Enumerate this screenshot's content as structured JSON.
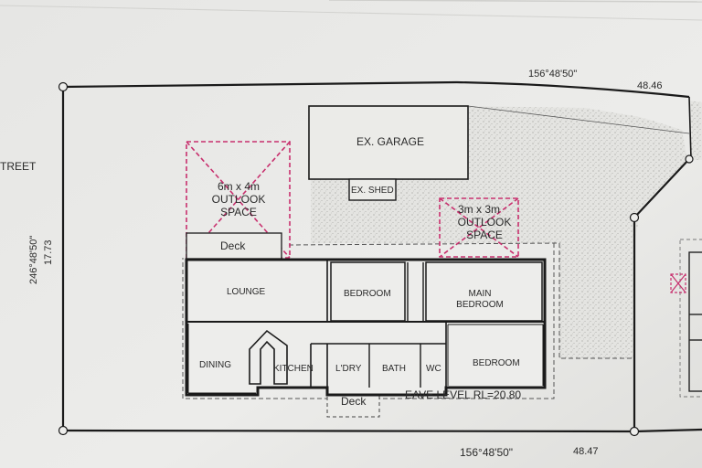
{
  "labels": {
    "street": "TREET",
    "bearing_top": "156°48'50\"",
    "dist_top": "48.46",
    "bearing_left": "246°48'50\"",
    "dist_left": "17.73",
    "bearing_bottom": "156°48'50\"",
    "dist_bottom": "48.47",
    "garage": "EX. GARAGE",
    "shed": "EX. SHED",
    "outlook1_line1": "6m x 4m",
    "outlook1_line2": "OUTLOOK",
    "outlook1_line3": "SPACE",
    "outlook2_line1": "3m x 3m",
    "outlook2_line2": "OUTLOOK",
    "outlook2_line3": "SPACE",
    "deck_top": "Deck",
    "deck_bottom": "Deck",
    "lounge": "LOUNGE",
    "bedroom_1": "BEDROOM",
    "main_bedroom_line1": "MAIN",
    "main_bedroom_line2": "BEDROOM",
    "dining": "DINING",
    "kitchen": "KITCHEN",
    "laundry": "L'DRY",
    "bath": "BATH",
    "wc": "WC",
    "bedroom_2": "BEDROOM",
    "eave_level": "EAVE LEVEL RL=20.80"
  },
  "colors": {
    "paper": "#e9e9e7",
    "line": "#1a1a1a",
    "outlook": "#c8306e",
    "stipple": "#c9c9c6"
  }
}
